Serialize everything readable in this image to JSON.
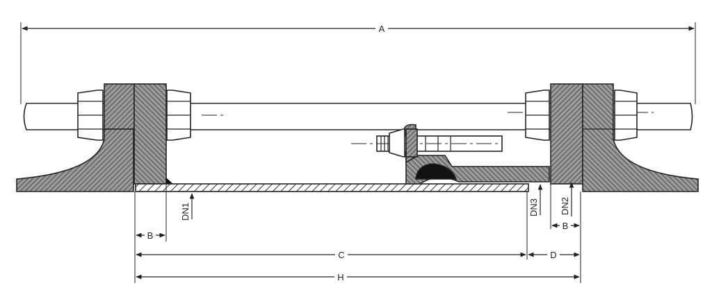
{
  "colors": {
    "ink": "#222222",
    "steel_fill": "#8a8a8a",
    "gasket_fill": "#111111",
    "background": "#ffffff"
  },
  "dimensions": {
    "overall_length": "A",
    "left_flange_offset": "B",
    "right_flange_offset": "B",
    "pipe_length": "C",
    "coupling_length": "D",
    "total_length": "H"
  },
  "diameters": {
    "dn1": "DN1",
    "dn2": "DN2",
    "dn3": "DN3"
  }
}
